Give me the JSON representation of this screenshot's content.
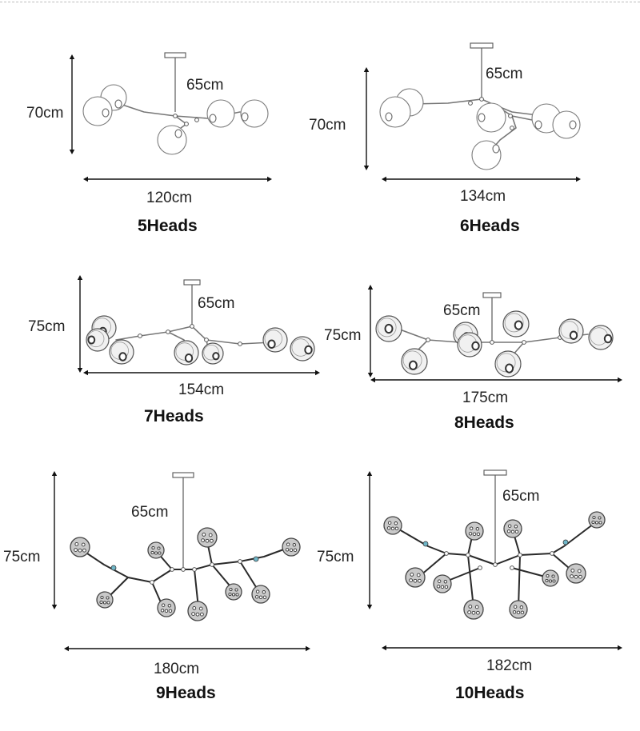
{
  "page": {
    "style": {
      "line_color": "#111111",
      "globe_color": "#7a7a7a",
      "node_color": "#3a3a3a",
      "accent_color": "#6fb7c9"
    }
  },
  "variants": [
    {
      "title": "5Heads",
      "height": "70cm",
      "drop": "65cm",
      "width": "120cm",
      "heads": 5
    },
    {
      "title": "6Heads",
      "height": "70cm",
      "drop": "65cm",
      "width": "134cm",
      "heads": 6
    },
    {
      "title": "7Heads",
      "height": "75cm",
      "drop": "65cm",
      "width": "154cm",
      "heads": 7
    },
    {
      "title": "8Heads",
      "height": "75cm",
      "drop": "65cm",
      "width": "175cm",
      "heads": 8
    },
    {
      "title": "9Heads",
      "height": "75cm",
      "drop": "65cm",
      "width": "180cm",
      "heads": 9
    },
    {
      "title": "10Heads",
      "height": "75cm",
      "drop": "65cm",
      "width": "182cm",
      "heads": 10
    }
  ]
}
